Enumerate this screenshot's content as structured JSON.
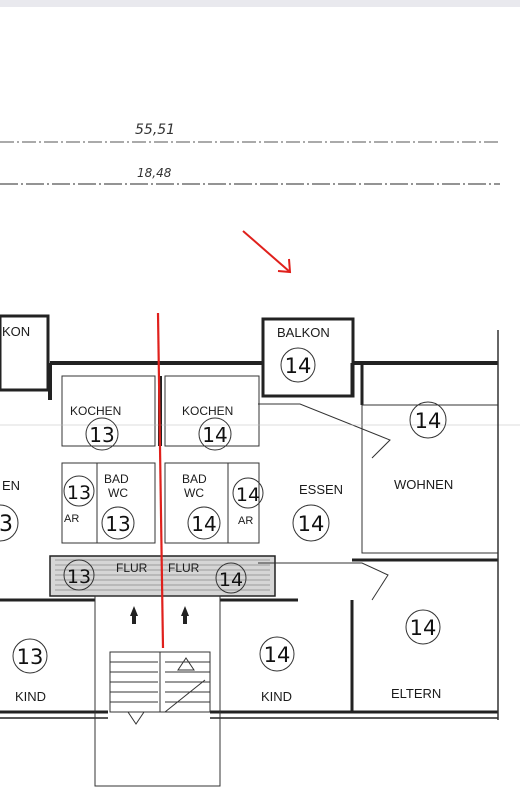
{
  "dimensions": {
    "outer": "55,51",
    "inner": "18,48"
  },
  "rooms": {
    "balkon_left": "KON",
    "balkon_right": "BALKON",
    "kochen_left": "KOCHEN",
    "kochen_right": "KOCHEN",
    "essen_left": "EN",
    "essen_right": "ESSEN",
    "wohnen": "WOHNEN",
    "bad_left": "BAD",
    "wc_left": "WC",
    "bad_right": "BAD",
    "wc_right": "WC",
    "ar_left": "AR",
    "ar_right": "AR",
    "flur_left": "FLUR",
    "flur_right": "FLUR",
    "kind_left": "KIND",
    "kind_right": "KIND",
    "eltern": "ELTERN"
  },
  "unit_numbers": {
    "balkon_left": "",
    "balkon_right": "14",
    "kochen_left": "13",
    "kochen_right": "14",
    "essen_left": "3",
    "essen_right": "14",
    "wohnen": "14",
    "bad_left": "13",
    "bad_right": "14",
    "ar_left": "13",
    "ar_right": "14",
    "flur_left": "13",
    "flur_right": "14",
    "kind_left": "13",
    "kind_right": "14",
    "eltern": "14"
  },
  "colors": {
    "annotation": "#e0201c",
    "ink": "#1b1b1b"
  }
}
